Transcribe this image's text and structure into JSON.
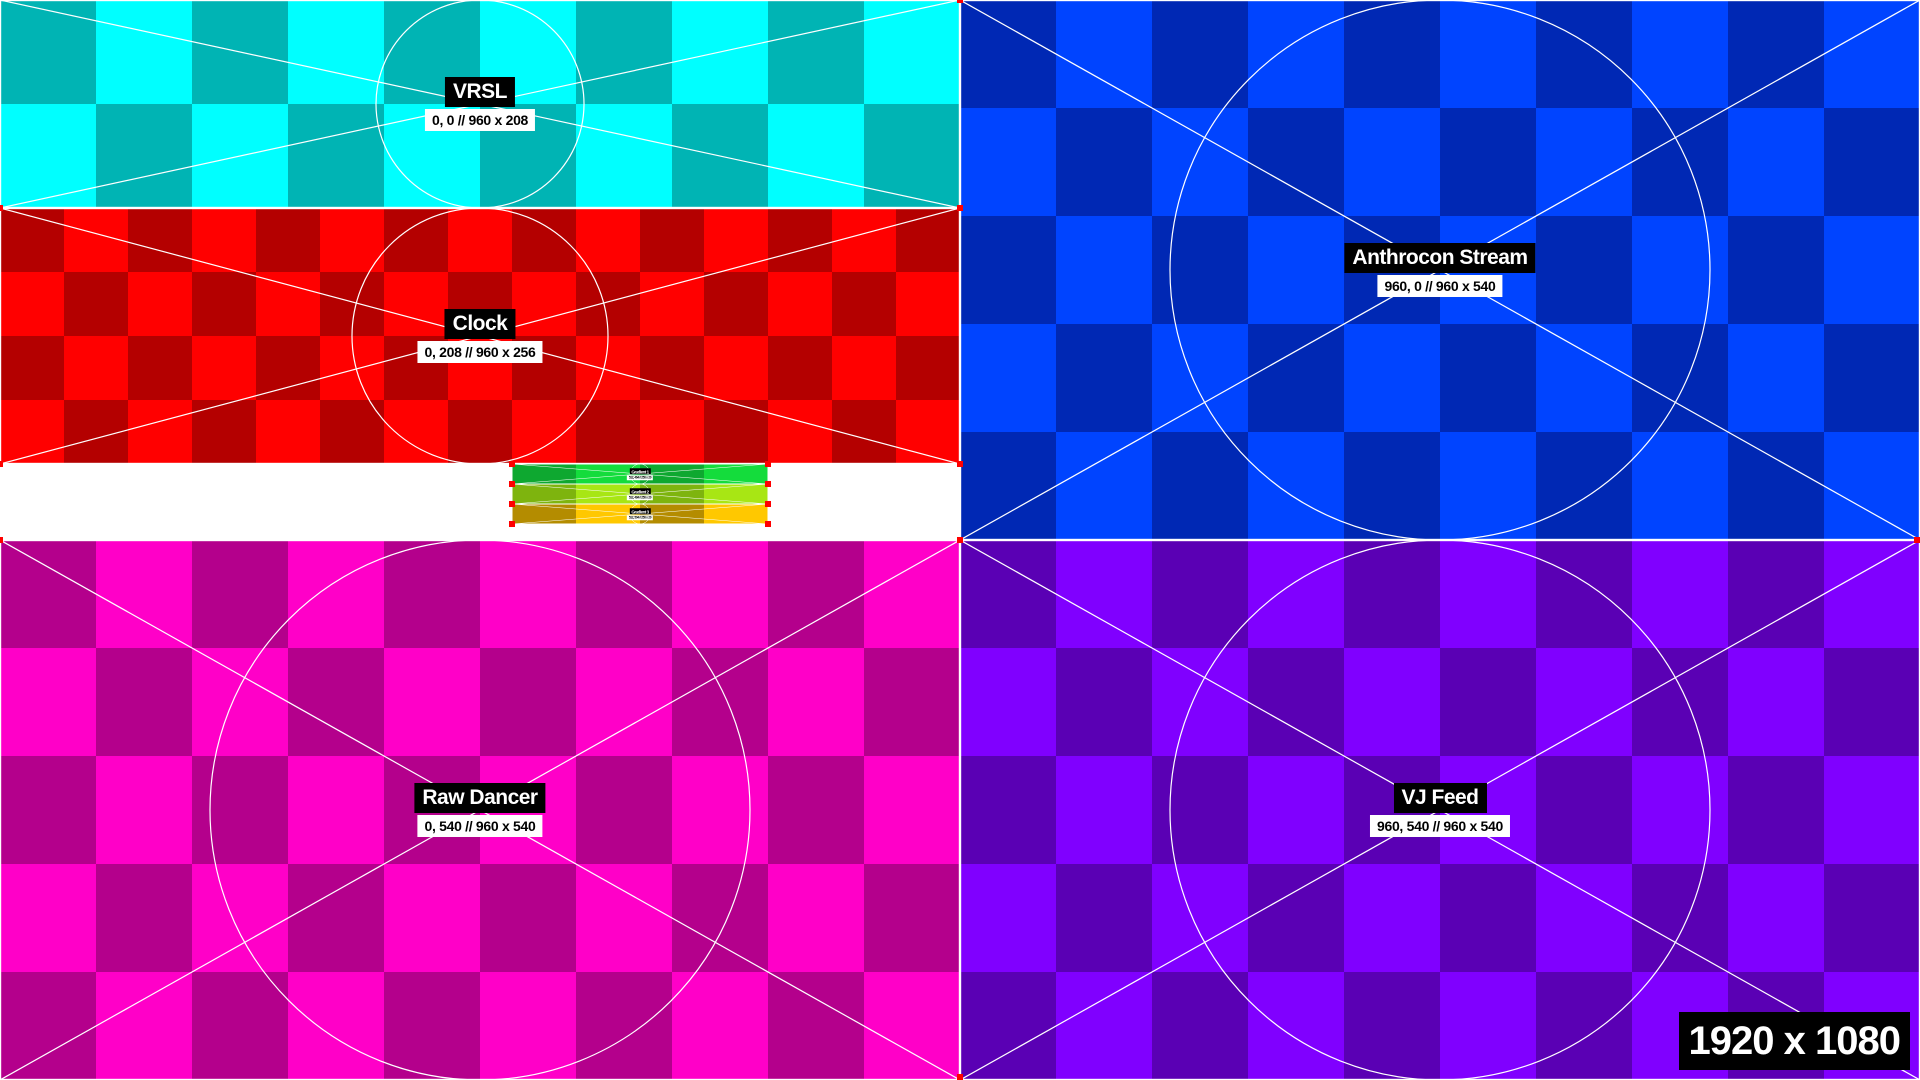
{
  "canvas": {
    "resolution_label": "1920 x 1080"
  },
  "regions": [
    {
      "id": "vrsl",
      "name": "VRSL",
      "dims": "0, 0 // 960 x 208",
      "light": "#00ffff",
      "dark": "#00b4b4",
      "cols": 10,
      "rows": 2,
      "label_size": "big"
    },
    {
      "id": "clock",
      "name": "Clock",
      "dims": "0, 208 // 960 x 256",
      "light": "#ff0000",
      "dark": "#b40000",
      "cols": 15,
      "rows": 4,
      "label_size": "big"
    },
    {
      "id": "gradient-1",
      "name": "Gradient 1",
      "dims": "512, 464 // 256 x 20",
      "light": "#14dc3c",
      "dark": "#0ea830",
      "cols": 4,
      "rows": 1,
      "label_size": "tiny"
    },
    {
      "id": "gradient-2",
      "name": "Gradient 2",
      "dims": "512, 484 // 256 x 20",
      "light": "#a8e614",
      "dark": "#7eb40e",
      "cols": 4,
      "rows": 1,
      "label_size": "tiny"
    },
    {
      "id": "gradient-3",
      "name": "Gradient 3",
      "dims": "512, 504 // 256 x 20",
      "light": "#ffc800",
      "dark": "#b48c00",
      "cols": 4,
      "rows": 1,
      "label_size": "tiny"
    },
    {
      "id": "anthrocon-stream",
      "name": "Anthrocon Stream",
      "dims": "960, 0 // 960 x 540",
      "light": "#0044ff",
      "dark": "#0028b4",
      "cols": 10,
      "rows": 5,
      "label_size": "big"
    },
    {
      "id": "raw-dancer",
      "name": "Raw Dancer",
      "dims": "0, 540 // 960 x 540",
      "light": "#ff00c8",
      "dark": "#b4008c",
      "cols": 10,
      "rows": 5,
      "label_size": "big"
    },
    {
      "id": "vj-feed",
      "name": "VJ Feed",
      "dims": "960, 540 // 960 x 540",
      "light": "#8000ff",
      "dark": "#5a00b4",
      "cols": 10,
      "rows": 5,
      "label_size": "big"
    }
  ]
}
